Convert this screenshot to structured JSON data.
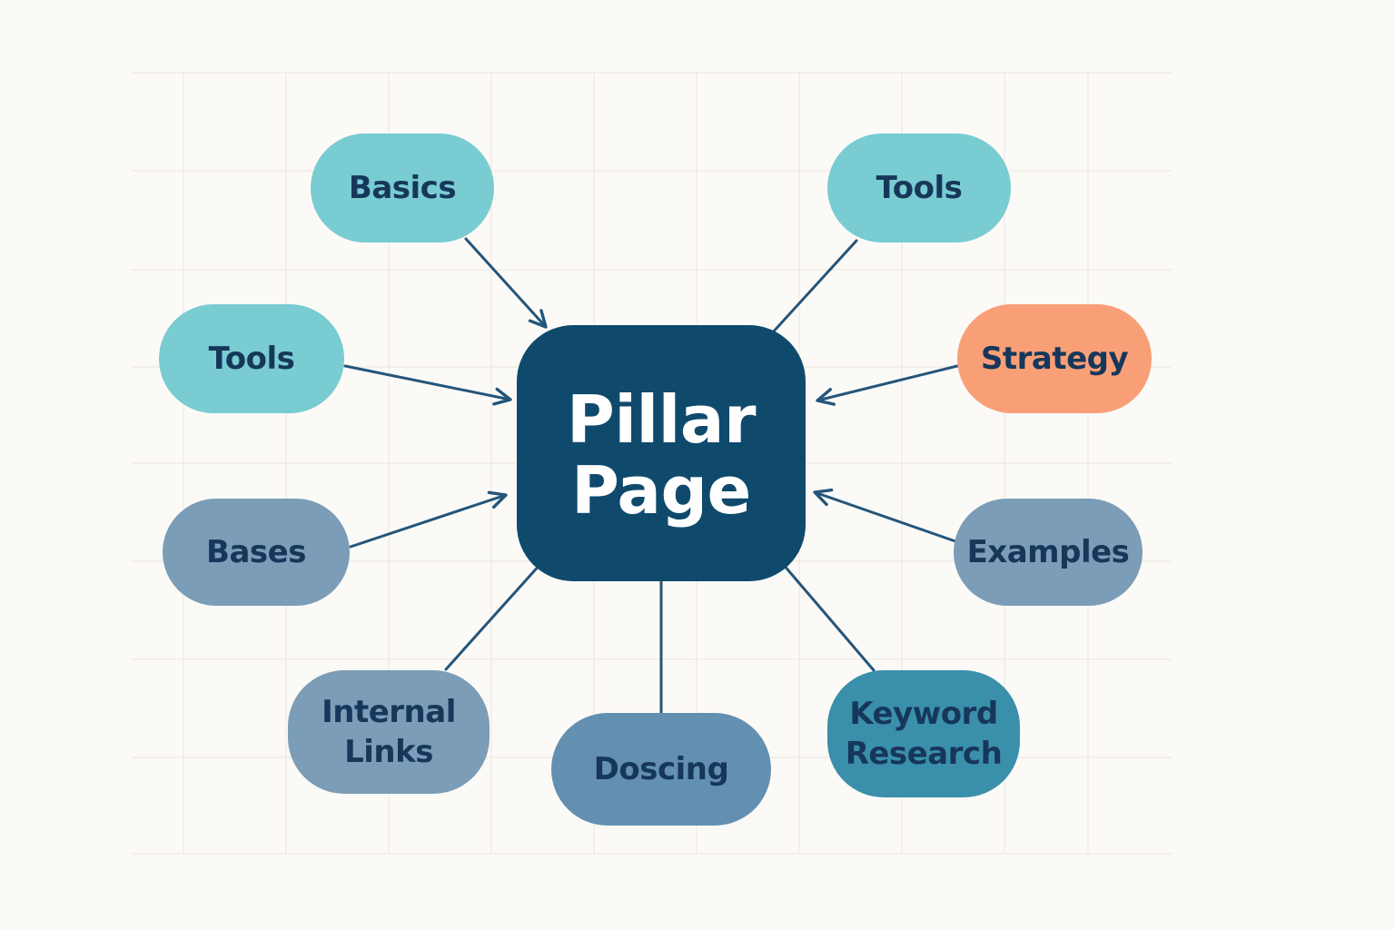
{
  "colors": {
    "background": "#fcfaf7",
    "grid": "#ede9e2",
    "connector": "#24557a",
    "center_fill": "#0f4a6d",
    "center_text": "#ffffff",
    "node_text": "#16375a",
    "teal_light": "#78ccd2",
    "orange": "#f99f77",
    "slate": "#7b9db7",
    "slate_mid": "#6390b1",
    "teal_dark": "#3a8fab"
  },
  "center": {
    "id": "pillar-page",
    "lines": [
      "Pillar",
      "Page"
    ]
  },
  "nodes": [
    {
      "id": "basics",
      "lines": [
        "Basics"
      ],
      "fill": "teal_light",
      "arrow": true
    },
    {
      "id": "tools-right",
      "lines": [
        "Tools"
      ],
      "fill": "teal_light",
      "arrow": false
    },
    {
      "id": "tools-left",
      "lines": [
        "Tools"
      ],
      "fill": "teal_light",
      "arrow": true
    },
    {
      "id": "strategy",
      "lines": [
        "Strategy"
      ],
      "fill": "orange",
      "arrow": true
    },
    {
      "id": "bases",
      "lines": [
        "Bases"
      ],
      "fill": "slate",
      "arrow": true
    },
    {
      "id": "examples",
      "lines": [
        "Examples"
      ],
      "fill": "slate",
      "arrow": true
    },
    {
      "id": "internal-links",
      "lines": [
        "Internal",
        "Links"
      ],
      "fill": "slate",
      "arrow": false
    },
    {
      "id": "doscing",
      "lines": [
        "Doscing"
      ],
      "fill": "slate_mid",
      "arrow": false
    },
    {
      "id": "keyword-research",
      "lines": [
        "Keyword",
        "Research"
      ],
      "fill": "teal_dark",
      "arrow": false
    }
  ]
}
